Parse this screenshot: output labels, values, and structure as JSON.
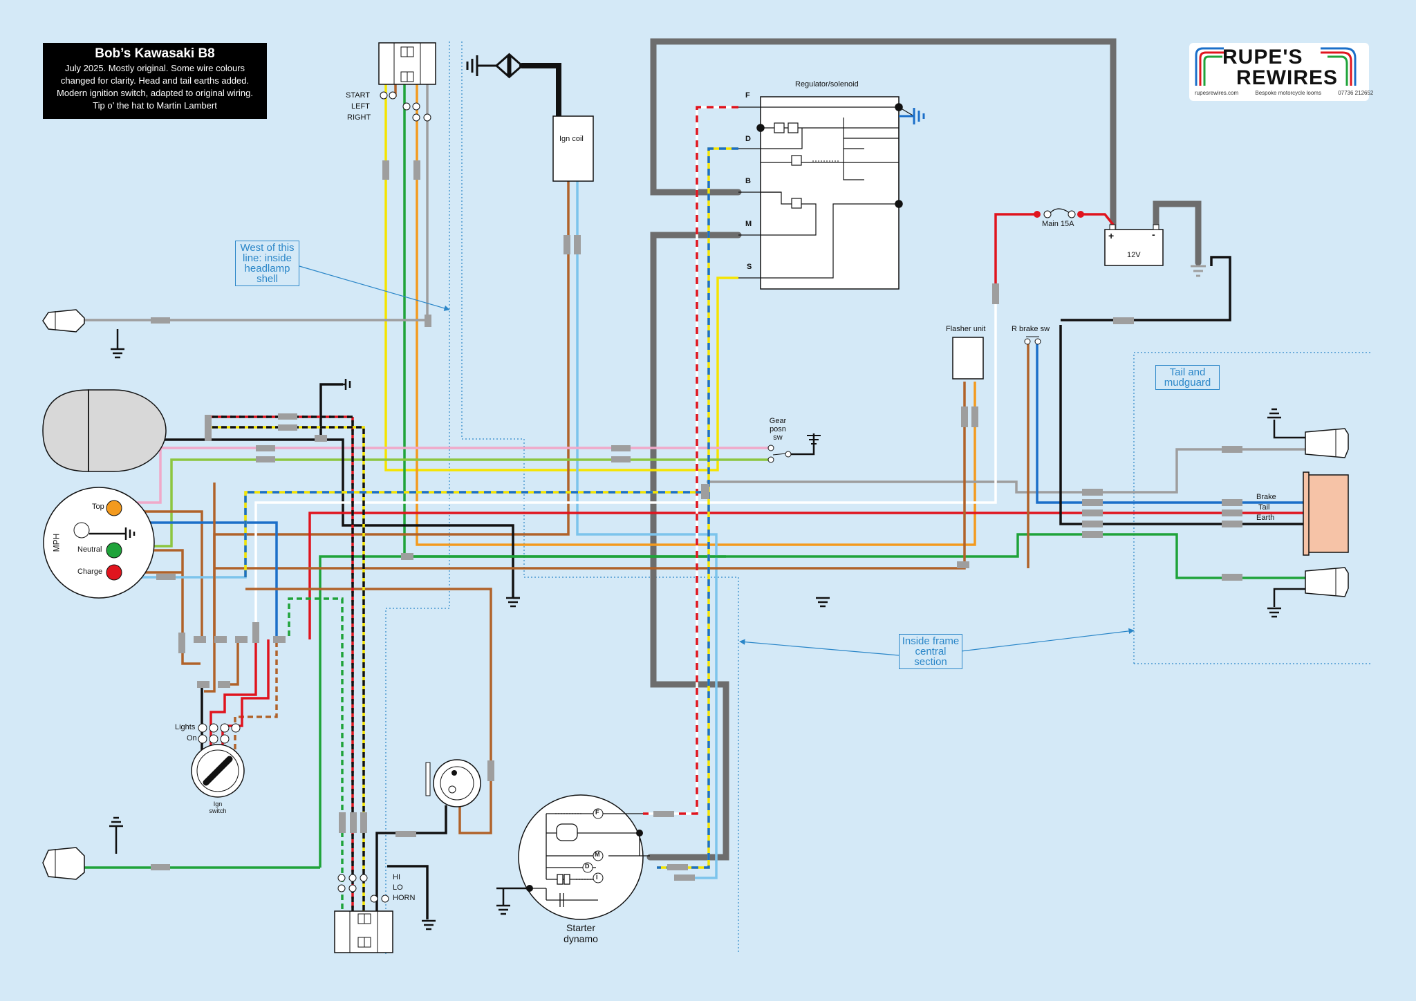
{
  "title_box": {
    "title": "Bob’s Kawasaki B8",
    "lines": [
      "July 2025. Mostly original. Some wire colours",
      "changed for clarity. Head and tail earths added.",
      "Modern ignition switch, adapted to original wiring.",
      "Tip o’ the hat to Martin Lambert"
    ]
  },
  "logo": {
    "name_line1": "RUPE'S",
    "name_line2": "REWIRES",
    "website": "rupesrewires.com",
    "tagline": "Bespoke motorcycle looms",
    "phone": "07736 212652"
  },
  "callouts": {
    "headlamp_shell": "West of this line: inside headlamp shell",
    "frame_central": "Inside frame central section",
    "tail_mudguard": "Tail and mudguard"
  },
  "labels": {
    "handlebar_switch_start": "START",
    "handlebar_switch_left": "LEFT",
    "handlebar_switch_right": "RIGHT",
    "ign_coil": "Ign coil",
    "regulator": "Regulator/solenoid",
    "reg_f": "F",
    "reg_d": "D",
    "reg_b": "B",
    "reg_m": "M",
    "reg_s": "S",
    "main_fuse": "Main 15A",
    "battery_voltage": "12V",
    "battery_plus": "+",
    "battery_minus": "-",
    "flasher_unit": "Flasher unit",
    "rear_brake_switch": "R brake sw",
    "gear_position_switch": "Gear posn sw",
    "speedo_top": "Top",
    "speedo_neutral": "Neutral",
    "speedo_charge": "Charge",
    "speedo_mph": "MPH",
    "ign_lights": "Lights",
    "ign_on": "On",
    "ign_switch": "Ign switch",
    "horn_hi": "HI",
    "horn_lo": "LO",
    "horn_horn": "HORN",
    "dynamo_f": "F",
    "dynamo_m": "M",
    "dynamo_d": "D",
    "dynamo_i": "I",
    "starter_dynamo": "Starter dynamo",
    "tail_brake": "Brake",
    "tail_tail": "Tail",
    "tail_earth": "Earth"
  },
  "colors": {
    "background": "#d4e9f7",
    "wire_black": "#111111",
    "wire_grey": "#9e9e9e",
    "wire_red": "#e0141e",
    "wire_yellow": "#f5e400",
    "wire_green": "#1fa33a",
    "wire_light_green": "#8cc63f",
    "wire_blue": "#1b6fc9",
    "wire_light_blue": "#7cc4ec",
    "wire_brown": "#b0622a",
    "wire_orange": "#f39a1e",
    "wire_pink": "#f0a9c9",
    "wire_white": "#ffffff",
    "heavy_cable": "#6d6d6d",
    "accent_blue": "#2a86c8",
    "tail_lamp": "#f6c3a7",
    "lamp_grey": "#d8d8d8"
  }
}
